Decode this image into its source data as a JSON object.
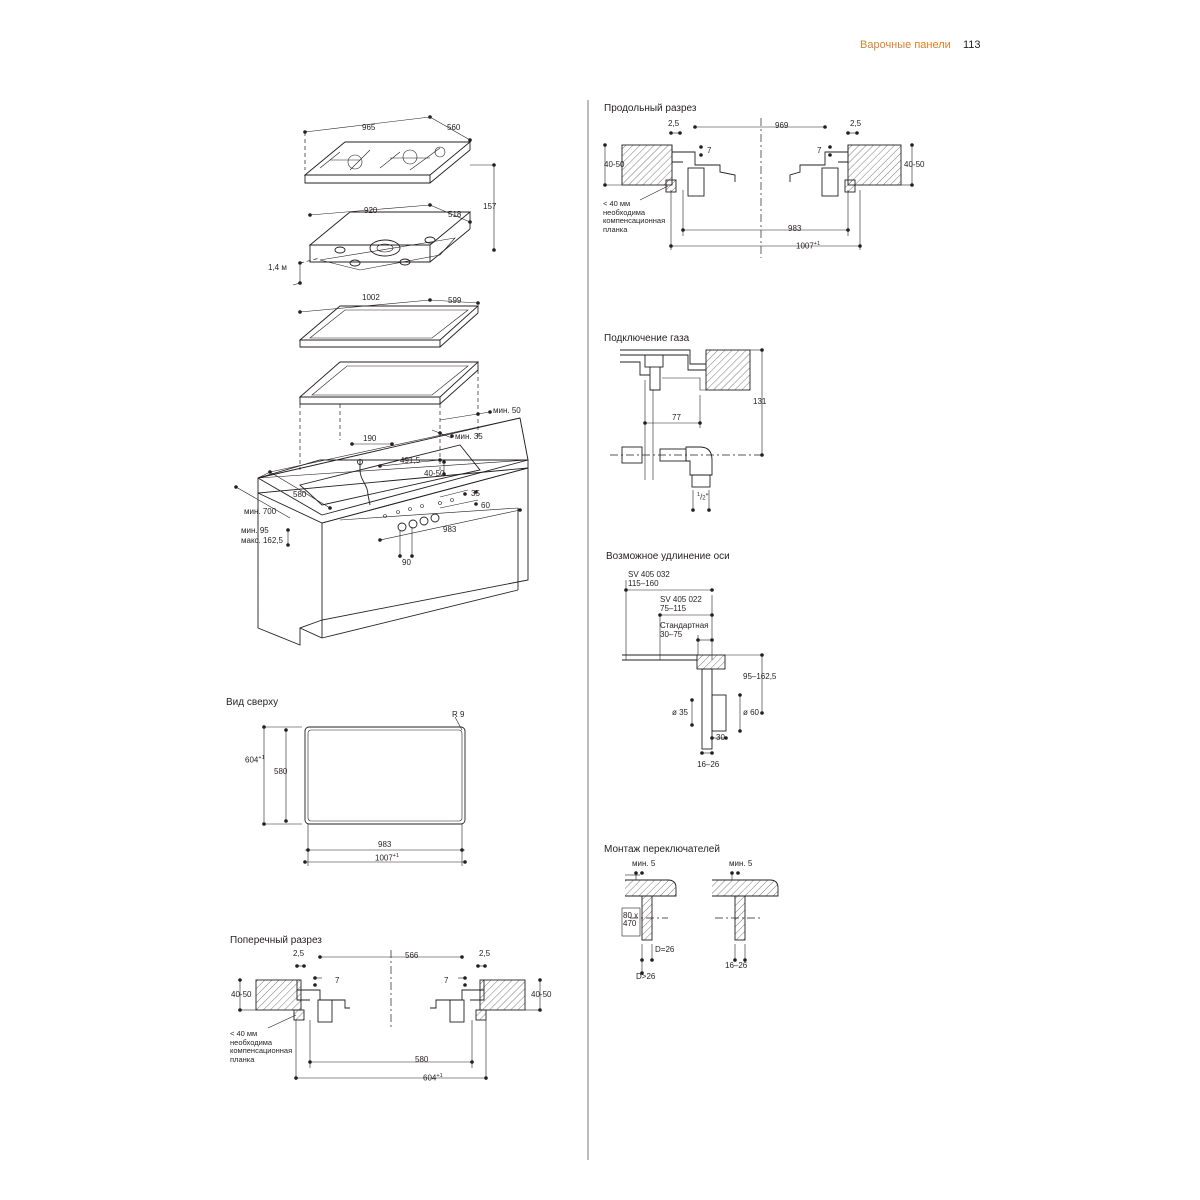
{
  "header": {
    "section": "Варочные панели",
    "page": "113"
  },
  "colors": {
    "accent": "#e07f2a",
    "line": "#231f20"
  },
  "exploded": {
    "d965": "965",
    "d560": "560",
    "d157": "157",
    "d920": "920",
    "d518": "518",
    "d14": "1,4 м",
    "d1002": "1002",
    "d599": "599",
    "dmin50": "мин. 50",
    "d190": "190",
    "dmin35": "мин. 35",
    "d4915": "491,5",
    "d4050": "40-50",
    "d580": "580",
    "d35": "35",
    "d60": "60",
    "dmin700": "мин. 700",
    "d983": "983",
    "dmin95": "мин. 95",
    "dmax": "макс. 162,5",
    "d90": "90"
  },
  "top_view": {
    "title": "Вид сверху",
    "r9": "R 9",
    "d604": "604",
    "sup": "+1",
    "d580": "580",
    "d983": "983",
    "d1007": "1007"
  },
  "cross": {
    "title": "Поперечный разрез",
    "d25a": "2,5",
    "d25b": "2,5",
    "d566": "566",
    "d7a": "7",
    "d7b": "7",
    "d4050a": "40-50",
    "d4050b": "40-50",
    "note": [
      "< 40 мм",
      "необходима",
      "компенсационная",
      "планка"
    ],
    "d580": "580",
    "d604": "604",
    "sup": "+1"
  },
  "longitudinal": {
    "title": "Продольный разрез",
    "d25a": "2,5",
    "d25b": "2,5",
    "d969": "969",
    "d7a": "7",
    "d7b": "7",
    "d4050a": "40-50",
    "d4050b": "40-50",
    "note": [
      "< 40 мм",
      "необходима",
      "компенсационная",
      "планка"
    ],
    "d983": "983",
    "d1007": "1007",
    "sup": "+1"
  },
  "gas": {
    "title": "Подключение газа",
    "d131": "131",
    "d77": "77",
    "pipe_num": "1",
    "pipe_den": "2",
    "pipe_unit": "\""
  },
  "axis": {
    "title": "Возможное удлинение оси",
    "sv1": "SV 405 032",
    "sv1r": "115–160",
    "sv2": "SV 405 022",
    "sv2r": "75–115",
    "std": "Стандартная",
    "stdr": "30–75",
    "d95": "95–162,5",
    "d35": "ø 35",
    "d60": "ø 60",
    "d30": "30",
    "d1626": "16–26"
  },
  "switches": {
    "title": "Монтаж переключателей",
    "min5a": "мин. 5",
    "min5b": "мин. 5",
    "hole": [
      "80 x",
      "470"
    ],
    "d26": "D=26",
    "dgt26": "D>26",
    "d1626": "16–26"
  }
}
